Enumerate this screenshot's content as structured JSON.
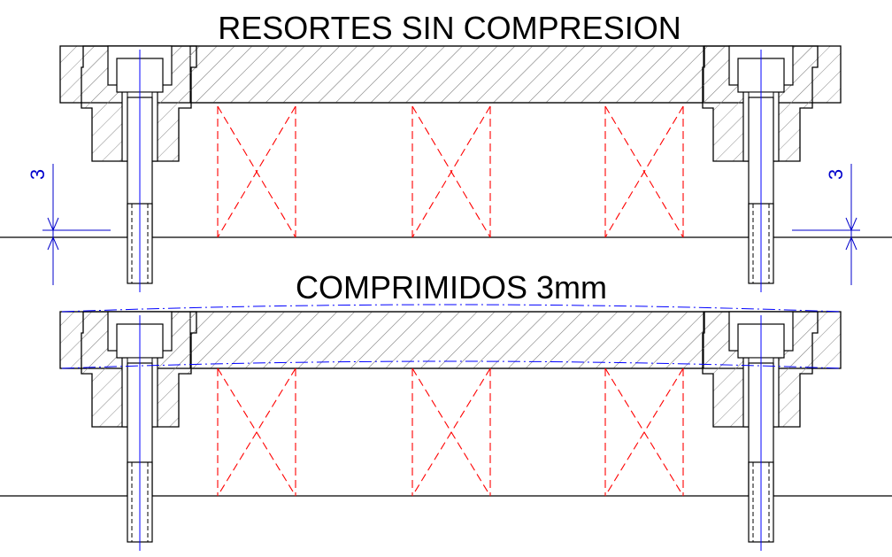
{
  "drawing": {
    "title_uncompressed": "RESORTES SIN COMPRESION",
    "title_compressed": "COMPRIMIDOS 3mm",
    "dimension_left": "3",
    "dimension_right": "3"
  },
  "colors": {
    "outline": "#000000",
    "spring": "#ff0000",
    "dimension": "#0000cc",
    "centerline": "#0000ff",
    "hatch": "#8c8c8c"
  }
}
